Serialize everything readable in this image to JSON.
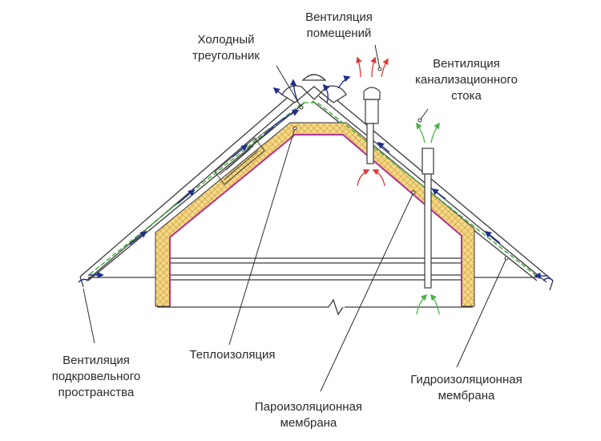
{
  "labels": {
    "cold_triangle": [
      "Холодный",
      "треугольник"
    ],
    "room_ventilation": [
      "Вентиляция",
      "помещений"
    ],
    "sewer_ventilation": [
      "Вентиляция",
      "канализационного",
      "стока"
    ],
    "underroof_ventilation": [
      "Вентиляция",
      "подкровельного",
      "пространства"
    ],
    "insulation": [
      "Теплоизоляция"
    ],
    "vapor_membrane": [
      "Пароизоляционная",
      "мембрана"
    ],
    "waterproof_membrane": [
      "Гидроизоляционная",
      "мембрана"
    ]
  },
  "colors": {
    "outline": "#3a3a3a",
    "insulation_fill": "#f3d98a",
    "insulation_hatch": "#d9a645",
    "vapor_membrane": "#b0359a",
    "waterproof_membrane": "#4bb34b",
    "air_flow": "#1f2f8f",
    "room_air": "#e03a3a",
    "sewer_air": "#4bb34b"
  }
}
